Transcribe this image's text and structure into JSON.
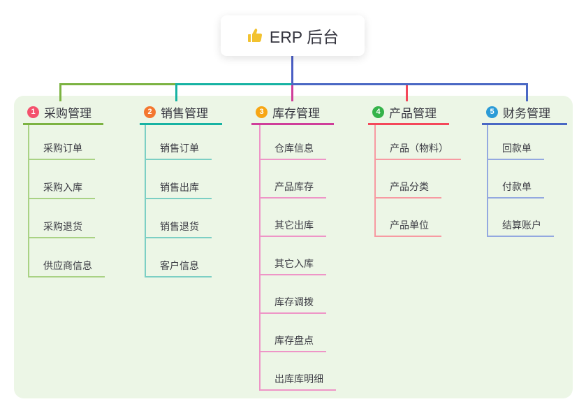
{
  "root": {
    "label": "ERP 后台",
    "icon": "thumbs-up",
    "icon_color": "#f2c230"
  },
  "branches": [
    {
      "number": "1",
      "label": "采购管理",
      "badge_color": "#f4516c",
      "line_color": "#7cb342",
      "child_line_color": "#a9d284",
      "children": [
        "采购订单",
        "采购入库",
        "采购退货",
        "供应商信息"
      ]
    },
    {
      "number": "2",
      "label": "销售管理",
      "badge_color": "#f4772f",
      "line_color": "#17b3a3",
      "child_line_color": "#7ccfc4",
      "children": [
        "销售订单",
        "销售出库",
        "销售退货",
        "客户信息"
      ]
    },
    {
      "number": "3",
      "label": "库存管理",
      "badge_color": "#f7a614",
      "line_color": "#cf3e9a",
      "child_line_color": "#ee95c7",
      "children": [
        "仓库信息",
        "产品库存",
        "其它出库",
        "其它入库",
        "库存调拨",
        "库存盘点",
        "出库库明细"
      ]
    },
    {
      "number": "4",
      "label": "产品管理",
      "badge_color": "#35b34a",
      "line_color": "#f4485a",
      "child_line_color": "#f79aa2",
      "children": [
        "产品（物料）",
        "产品分类",
        "产品单位"
      ]
    },
    {
      "number": "5",
      "label": "财务管理",
      "badge_color": "#2b9bd7",
      "line_color": "#4a68c4",
      "child_line_color": "#93a8e0",
      "children": [
        "回款单",
        "付款单",
        "结算账户"
      ]
    }
  ],
  "colors": {
    "canvas_bg": "#ffffff",
    "panel_bg": "#ecf6e6",
    "root_stem": "#4a5ec4",
    "text": "#3a3a42"
  }
}
